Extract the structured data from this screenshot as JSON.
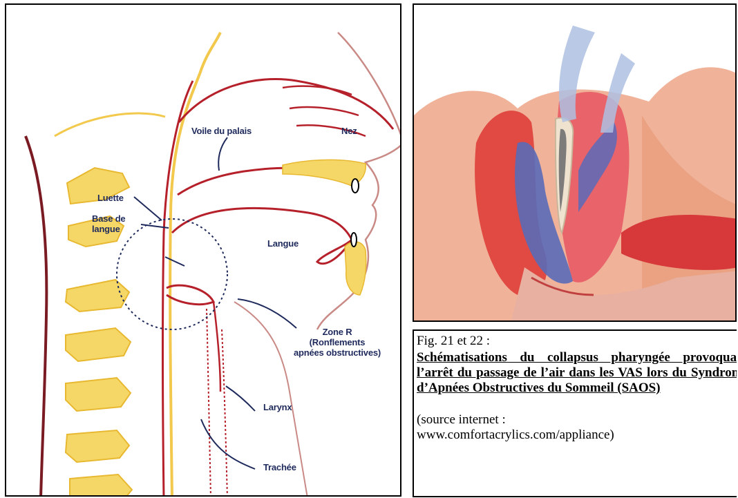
{
  "left_figure": {
    "labels": {
      "voile": "Voile du palais",
      "nez": "Nez",
      "luette": "Luette",
      "base_langue_1": "Base de",
      "base_langue_2": "langue",
      "langue": "Langue",
      "zone_1": "Zone R",
      "zone_2": "(Ronflements",
      "zone_3": "apnées obstructives)",
      "larynx": "Larynx",
      "trachee": "Trachée"
    },
    "colors": {
      "anatomy_line": "#b5202a",
      "bone_fill": "#f5d768",
      "bone_stroke": "#e8b830",
      "label_text": "#1f2a5c",
      "skin_line": "#c98a86"
    }
  },
  "right_figure": {
    "colors": {
      "skin": "#f0b39a",
      "tissue": "#e04a42",
      "airway": "#5a6ab8",
      "air_flow": "#aebfe2"
    }
  },
  "caption": {
    "fig_label": "Fig. 21 et 22 :",
    "title": "Schématisations du collapsus pharyngée provoquant l’arrêt du passage de l’air dans les VAS lors du Syndrome d’Apnées Obstructives du Sommeil (SAOS)",
    "source_line_1": "(source internet :",
    "source_line_2": "www.comfortacrylics.com/appliance)"
  }
}
